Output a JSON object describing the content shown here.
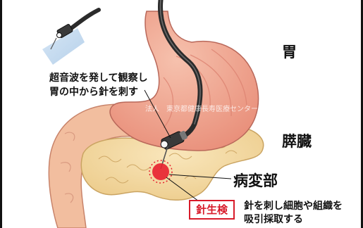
{
  "labels": {
    "stomach": "胃",
    "pancreas": "膵臓",
    "lesion": "病変部",
    "ultrasound_line1": "超音波を発して観察し",
    "ultrasound_line2": "胃の中から針を刺す",
    "biopsy": "針生検",
    "biopsy_desc_line1": "針を刺し細胞や組織を",
    "biopsy_desc_line2": "吸引採取する"
  },
  "watermark": "法人　東京都健康長寿医療センター",
  "colors": {
    "stomach": "#f0a48f",
    "pancreas": "#f3d79f",
    "duodenum": "#f2be9f",
    "lesion": "#e8202f",
    "scope": "#2b2b2b",
    "accent": "#d81b2a"
  }
}
